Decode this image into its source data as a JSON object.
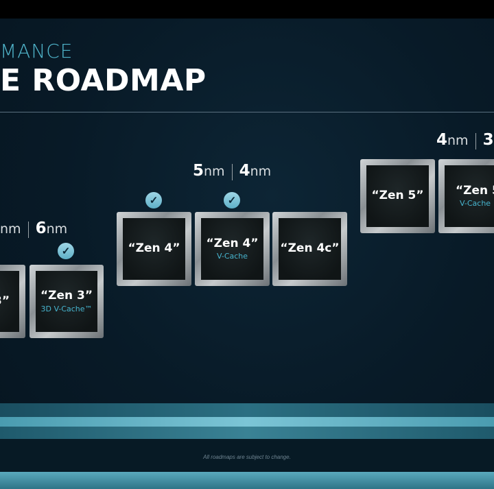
{
  "header": {
    "subtitle": "MANCE",
    "title": "E ROADMAP"
  },
  "nodes": [
    {
      "id": "n1",
      "left_bold": "",
      "left_unit": "nm",
      "right_bold": "6",
      "right_unit": "nm"
    },
    {
      "id": "n2",
      "left_bold": "5",
      "left_unit": "nm",
      "right_bold": "4",
      "right_unit": "nm"
    },
    {
      "id": "n3",
      "left_bold": "4",
      "left_unit": "nm",
      "right_bold": "3",
      "right_unit": ""
    }
  ],
  "chips": [
    {
      "name": "3”",
      "sub": "",
      "checked": false
    },
    {
      "name": "“Zen 3”",
      "sub": "3D V-Cache™",
      "checked": true
    },
    {
      "name": "“Zen 4”",
      "sub": "",
      "checked": true
    },
    {
      "name": "“Zen 4”",
      "sub": "V-Cache",
      "checked": true
    },
    {
      "name": "“Zen 4c”",
      "sub": "",
      "checked": false
    },
    {
      "name": "“Zen 5”",
      "sub": "",
      "checked": false
    },
    {
      "name": "“Zen 5”",
      "sub": "V-Cache",
      "checked": false
    }
  ],
  "icons": {
    "check": "checkmark-icon"
  },
  "colors": {
    "accent": "#4fb3c9",
    "background": "#081a27"
  },
  "footer": {
    "note": "All roadmaps are subject to change."
  }
}
